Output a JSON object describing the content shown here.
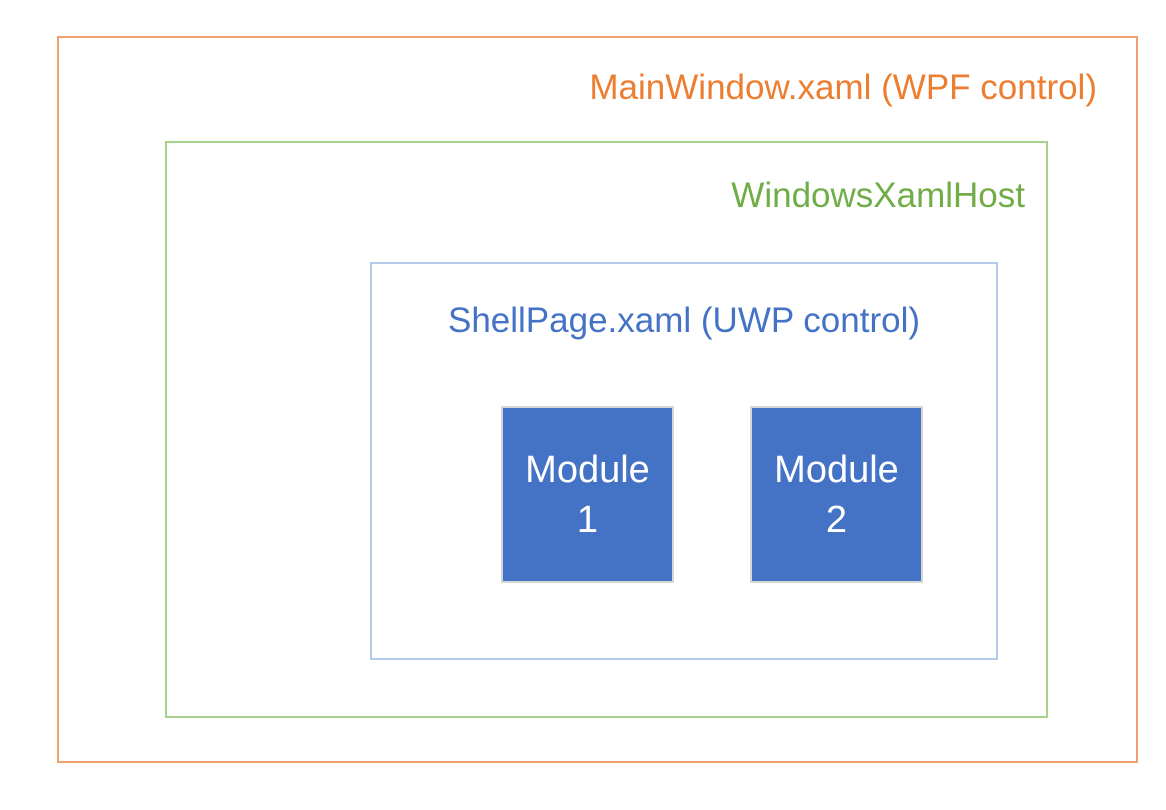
{
  "diagram": {
    "background_color": "#FFFFFF",
    "boxes": {
      "main_window": {
        "label": "MainWindow.xaml (WPF control)",
        "text_color": "#ED7D31",
        "border_color": "#F0A06C"
      },
      "xaml_host": {
        "label": "WindowsXamlHost",
        "text_color": "#70AD47",
        "border_color": "#A9D18E"
      },
      "shell_page": {
        "label": "ShellPage.xaml (UWP control)",
        "text_color": "#4472C4",
        "border_color": "#B5CAEA"
      }
    },
    "modules": [
      {
        "line1": "Module",
        "line2": "1",
        "fill_color": "#4472C4",
        "text_color": "#FFFFFF",
        "border_color": "#D6D6D6"
      },
      {
        "line1": "Module",
        "line2": "2",
        "fill_color": "#4472C4",
        "text_color": "#FFFFFF",
        "border_color": "#D6D6D6"
      }
    ]
  }
}
